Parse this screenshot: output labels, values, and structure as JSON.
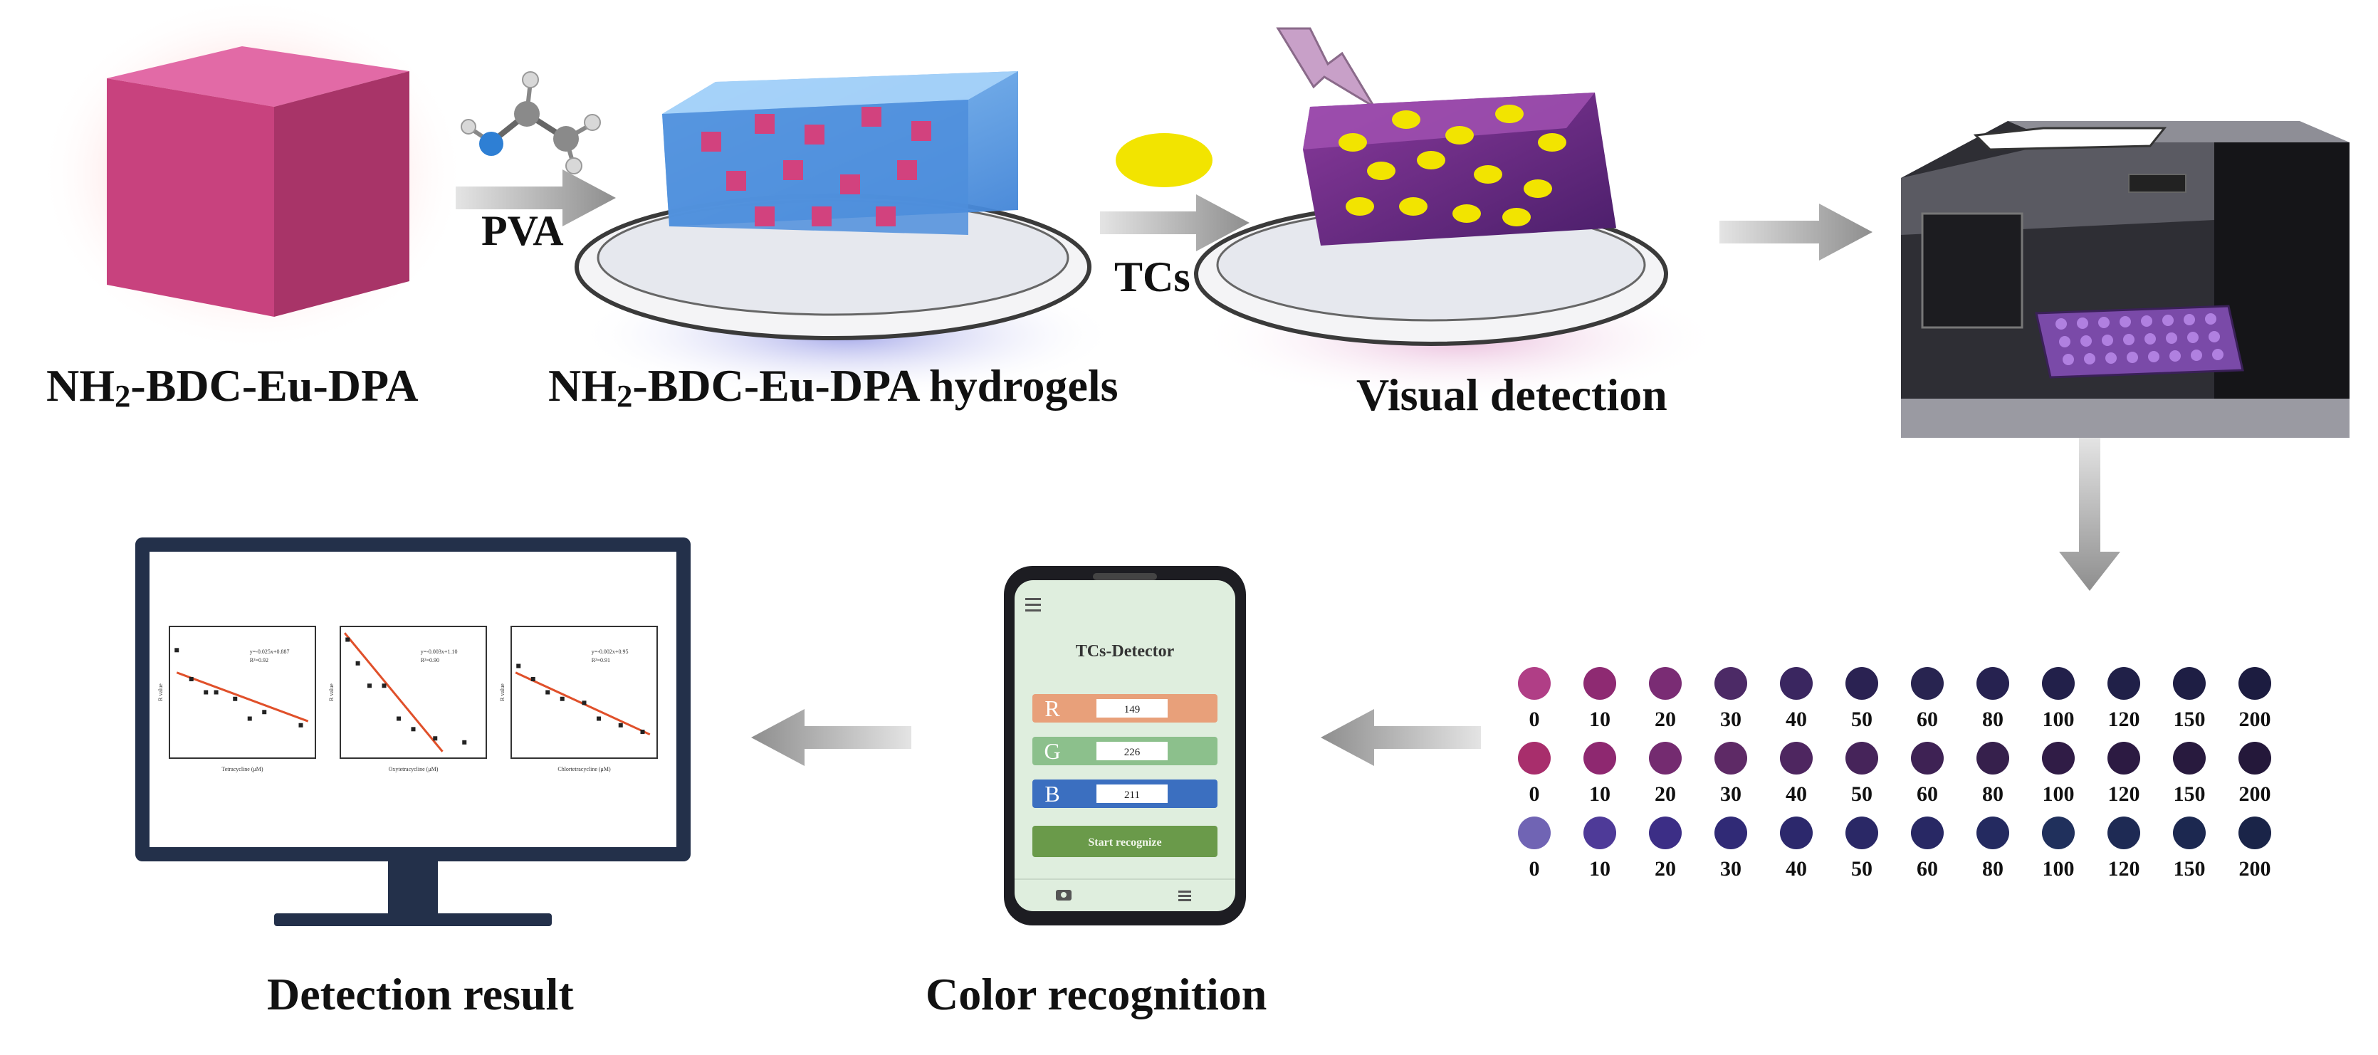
{
  "labels": {
    "mof_prefix": "NH",
    "mof_sub": "2",
    "mof_suffix": "-BDC-Eu-DPA",
    "hydrogel_prefix": "NH",
    "hydrogel_sub": "2",
    "hydrogel_suffix": "-BDC-Eu-DPA hydrogels",
    "pva": "PVA",
    "tcs": "TCs",
    "visual_detection": "Visual detection",
    "color_recognition": "Color recognition",
    "detection_result": "Detection result"
  },
  "phone": {
    "app_title": "TCs-Detector",
    "channels": [
      {
        "letter": "R",
        "value": "149",
        "color": "#e8a07a"
      },
      {
        "letter": "G",
        "value": "226",
        "color": "#8cc08c"
      },
      {
        "letter": "B",
        "value": "211",
        "color": "#3b6fc0"
      }
    ],
    "start_button": "Start recognize",
    "menu_icon": "menu-icon",
    "camera_icon": "camera-icon",
    "list_icon": "list-icon"
  },
  "color_grid": {
    "rows": [
      {
        "labels": [
          "0",
          "10",
          "20",
          "30",
          "40",
          "50",
          "60",
          "80",
          "100",
          "120",
          "150",
          "200"
        ],
        "colors": [
          "#b03e86",
          "#8e2a72",
          "#7a2c74",
          "#4c2a66",
          "#3a2660",
          "#2a2252",
          "#282450",
          "#262250",
          "#22204a",
          "#202048",
          "#1e1e44",
          "#1c1c40"
        ]
      },
      {
        "labels": [
          "0",
          "10",
          "20",
          "30",
          "40",
          "50",
          "60",
          "80",
          "100",
          "120",
          "150",
          "200"
        ],
        "colors": [
          "#a82e6c",
          "#8e2870",
          "#742b70",
          "#5e2a66",
          "#4e2660",
          "#46245a",
          "#3e2254",
          "#36204c",
          "#301c46",
          "#2c1a42",
          "#281a3e",
          "#24183a"
        ]
      },
      {
        "labels": [
          "0",
          "10",
          "20",
          "30",
          "40",
          "50",
          "60",
          "80",
          "100",
          "120",
          "150",
          "200"
        ],
        "colors": [
          "#7064b4",
          "#4e3a98",
          "#3c2e86",
          "#302a76",
          "#2c286c",
          "#2a2866",
          "#282864",
          "#242a60",
          "#20305c",
          "#1e2a54",
          "#1c2850",
          "#1a2448"
        ]
      }
    ]
  },
  "monitor_panels": [
    {
      "legend_a": "y=-0.025x+0.887",
      "legend_b": "R²=0.92",
      "xlabel": "Tetracycline (μM)",
      "ylabel": "R value"
    },
    {
      "legend_a": "y=-0.003x+1.10",
      "legend_b": "R²=0.90",
      "xlabel": "Oxytetracycline (μM)",
      "ylabel": "R value"
    },
    {
      "legend_a": "y=-0.002x+0.95",
      "legend_b": "R²=0.91",
      "xlabel": "Chlortetracycline (μM)",
      "ylabel": "R value"
    }
  ],
  "icons": {
    "cube": "pink-mof-cube-icon",
    "molecule": "pva-molecule-icon",
    "lightning": "uv-lightning-icon",
    "tc_drop": "yellow-tc-drop-icon",
    "uv_box": "uv-analyzer-box-icon",
    "arrow": "gray-flow-arrow-icon"
  },
  "colors": {
    "arrow": "#9a9a9a",
    "cube_face": "#d04a8a",
    "hydrogel": "#5aa0e8",
    "purple_gel": "#6a2a80",
    "tc_yellow": "#f2e400",
    "phone_bg": "#dfeede",
    "red_fit": "#e0502a"
  }
}
